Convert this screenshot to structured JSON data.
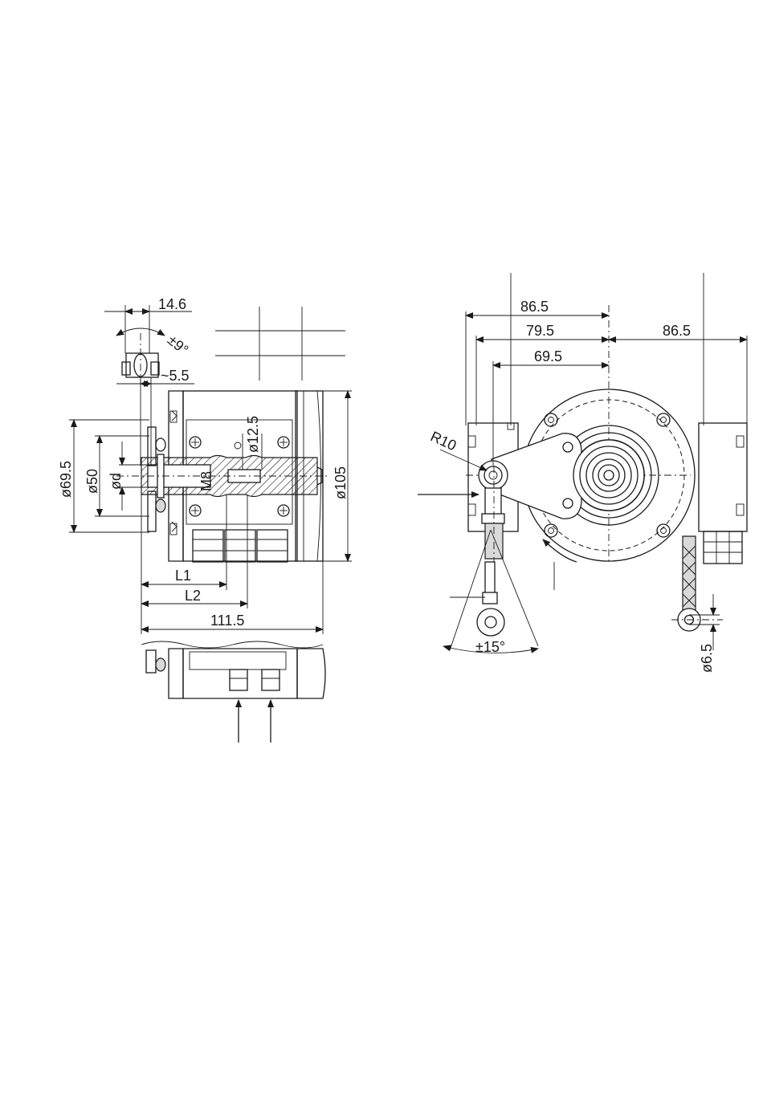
{
  "side_view": {
    "dim_14_6": "14.6",
    "dim_angle_9": "±9°",
    "dim_5_5": "~5.5",
    "dim_d69_5": "ø69.5",
    "dim_d50": "ø50",
    "dim_dd": "ød",
    "dim_m8": "M8",
    "dim_d12_5": "ø12.5",
    "dim_d105": "ø105",
    "dim_l1": "L1",
    "dim_l2": "L2",
    "dim_111_5": "111.5"
  },
  "front_view": {
    "dim_86_5_left": "86.5",
    "dim_79_5": "79.5",
    "dim_69_5": "69.5",
    "dim_86_5_right": "86.5",
    "dim_r10": "R10",
    "dim_angle_15": "±15°",
    "dim_d6_5": "ø6.5"
  }
}
